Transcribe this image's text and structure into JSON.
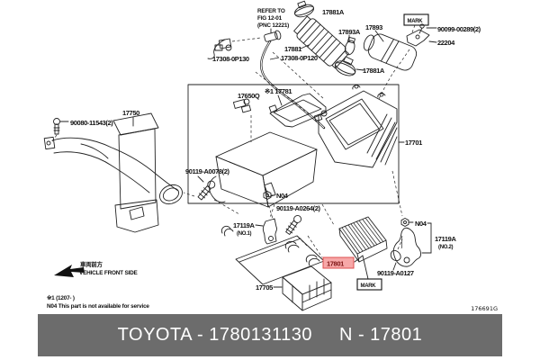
{
  "parts": {
    "p17881A": "17881A",
    "p17893A": "17893A",
    "p17893": "17893",
    "p22204": "22204",
    "p90099_00289": "90099-00289(2)",
    "p17308_0P130": "17308-0P130",
    "p17881": "17881",
    "p17308_0P120": "17308-0P120",
    "p17650Q": "17650Q",
    "p17781": "※1 17781",
    "p17750": "17750",
    "p90080_11543": "90080-11543(2)",
    "p17701": "17701",
    "p90119_A0078": "90119-A0078(2)",
    "pN04": "N04",
    "p90119_A0264": "90119-A0264(2)",
    "p17119A": "17119A",
    "no1": "(NO.1)",
    "no2": "(NO.2)",
    "p17801": "17801",
    "p90119_A0127": "90119-A0127",
    "p17705": "17705",
    "mark": "MARK"
  },
  "annotations": {
    "refer_line1": "REFER TO",
    "refer_line2": "FIG 12-01",
    "refer_line3": "(PNC 12221)",
    "vehicle_front_jp": "車両前方",
    "vehicle_front_en": "VEHICLE FRONT SIDE",
    "footnote_1": "※1 (1207-        )",
    "footnote_2": "N04 This part is not available for service",
    "drawing_number": "176691G"
  },
  "footer": {
    "left": "TOYOTA - 1780131130",
    "right": "N - 17801"
  },
  "colors": {
    "highlight_bg": "#f7a8a8",
    "highlight_border": "#dd4f4f",
    "highlight_text": "#7c1212",
    "banner_bg": "#6c6c6c",
    "line": "#222222"
  }
}
